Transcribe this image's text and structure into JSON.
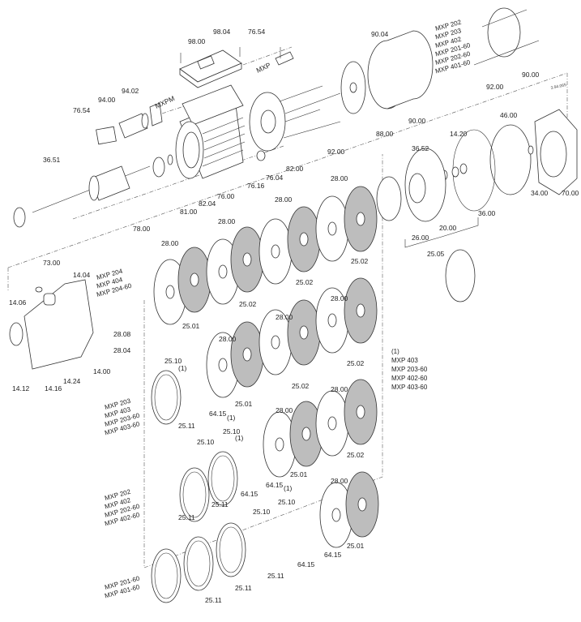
{
  "diagram": {
    "reference": "3.94.065",
    "labels": [
      "98.04",
      "98.00",
      "76.54",
      "94.02",
      "94.00",
      "76.54",
      "36.51",
      "76.04",
      "76.16",
      "76.00",
      "82.04",
      "81.00",
      "78.00",
      "73.00",
      "82.00",
      "92.00",
      "88.00",
      "90.00",
      "90.04",
      "92.00",
      "90.00",
      "46.00",
      "14.20",
      "36.52",
      "34.00",
      "70.00",
      "36.00",
      "20.00",
      "26.00",
      "25.05",
      "28.00",
      "28.00",
      "28.00",
      "28.00",
      "25.02",
      "25.02",
      "25.02",
      "25.01",
      "14.04",
      "14.06",
      "28.08",
      "28.04",
      "14.00",
      "14.24",
      "14.12",
      "14.16",
      "28.00",
      "28.00",
      "28.00",
      "25.02",
      "25.02",
      "25.10",
      "(1)",
      "25.01",
      "64.15",
      "(1)",
      "25.11",
      "28.00",
      "28.00",
      "25.02",
      "25.10",
      "(1)",
      "25.10",
      "25.01",
      "64.15",
      "(1)",
      "64.15",
      "25.11",
      "25.11",
      "28.00",
      "25.10",
      "25.10",
      "64.15",
      "25.01",
      "64.15",
      "25.11",
      "25.11",
      "25.11"
    ],
    "variant_labels": {
      "mxp": "MXP",
      "mxpm": "MXPM"
    },
    "model_groups": [
      [
        "MXP 202",
        "MXP 203",
        "MXP 402",
        "MXP 201-60",
        "MXP 202-60",
        "MXP 401-60"
      ],
      [
        "MXP 204",
        "MXP 404",
        "MXP 204-60"
      ],
      [
        "MXP 203",
        "MXP 403",
        "MXP 203-60",
        "MXP 403-60"
      ],
      [
        "MXP 202",
        "MXP 402",
        "MXP 202-60",
        "MXP 402-60"
      ],
      [
        "MXP 201-60",
        "MXP 401-60"
      ]
    ],
    "footnote": [
      "(1)",
      "MXP 403",
      "MXP 203-60",
      "MXP 402-60",
      "MXP 403-60"
    ]
  }
}
